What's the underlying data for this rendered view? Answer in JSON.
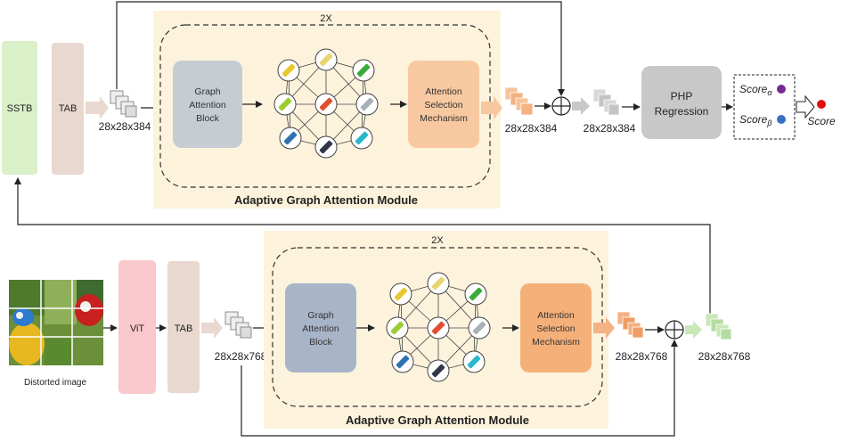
{
  "top": {
    "sstb": "SSTB",
    "tab": "TAB",
    "module_repeat": "2X",
    "graph_block": [
      "Graph",
      "Attention",
      "Block"
    ],
    "attention_selection": [
      "Attention",
      "Selection",
      "Mechanism"
    ],
    "module_title": "Adaptive Graph Attention Module",
    "dim_in": "28x28x384",
    "dim_mid": "28x28x384",
    "dim_out": "28x28x384",
    "php": [
      "PHP",
      "Regression"
    ],
    "score_alpha": "Score",
    "score_alpha_sub": "α",
    "score_beta": "Score",
    "score_beta_sub": "β",
    "score": "Score"
  },
  "bottom": {
    "vit": "ViT",
    "tab": "TAB",
    "module_repeat": "2X",
    "graph_block": [
      "Graph",
      "Attention",
      "Block"
    ],
    "attention_selection": [
      "Attention",
      "Selection",
      "Mechanism"
    ],
    "module_title": "Adaptive Graph Attention Module",
    "dim_in": "28x28x768",
    "dim_mid": "28x28x768",
    "dim_out": "28x28x768",
    "image_caption": "Distorted image"
  },
  "colors": {
    "sstb": "#d9f0c8",
    "tab": "#e8d8d0",
    "vit": "#f8c8cc",
    "module_bg": "#fdf3dc",
    "graph_block_top": "#c5ccd2",
    "graph_block_bottom": "#a8b4c8",
    "attention_top": "#f8c9a0",
    "attention_bottom": "#f5b07a",
    "php": "#c8c8c8",
    "score_alpha_dot": "#7a2a8f",
    "score_beta_dot": "#3a6fc8",
    "score_dot": "#e01010"
  }
}
